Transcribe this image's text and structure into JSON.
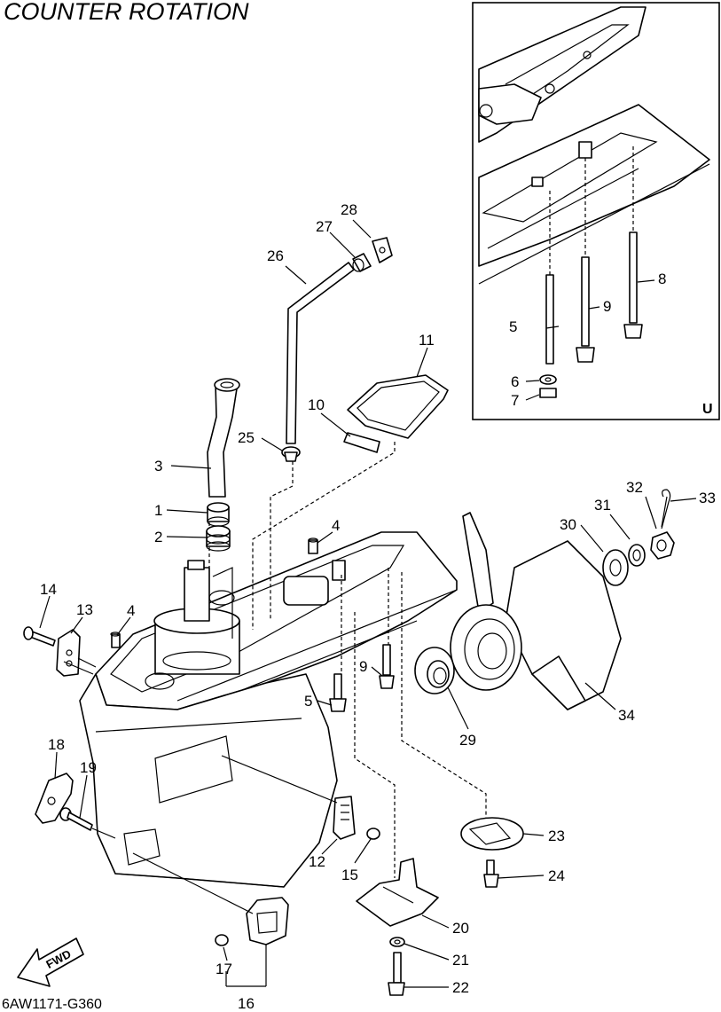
{
  "title": "COUNTER  ROTATION",
  "diagram_code": "6AW1171-G360",
  "inset_label": "U",
  "fwd_label": "FWD",
  "callouts": {
    "c1": "1",
    "c2": "2",
    "c3": "3",
    "c4a": "4",
    "c4b": "4",
    "c5a": "5",
    "c5b": "5",
    "c6": "6",
    "c7": "7",
    "c8": "8",
    "c9a": "9",
    "c9b": "9",
    "c10": "10",
    "c11": "11",
    "c12": "12",
    "c13": "13",
    "c14": "14",
    "c15": "15",
    "c16": "16",
    "c17": "17",
    "c18": "18",
    "c19": "19",
    "c20": "20",
    "c21": "21",
    "c22": "22",
    "c23": "23",
    "c24": "24",
    "c25": "25",
    "c26": "26",
    "c27": "27",
    "c28": "28",
    "c29": "29",
    "c30": "30",
    "c31": "31",
    "c32": "32",
    "c33": "33",
    "c34": "34"
  }
}
